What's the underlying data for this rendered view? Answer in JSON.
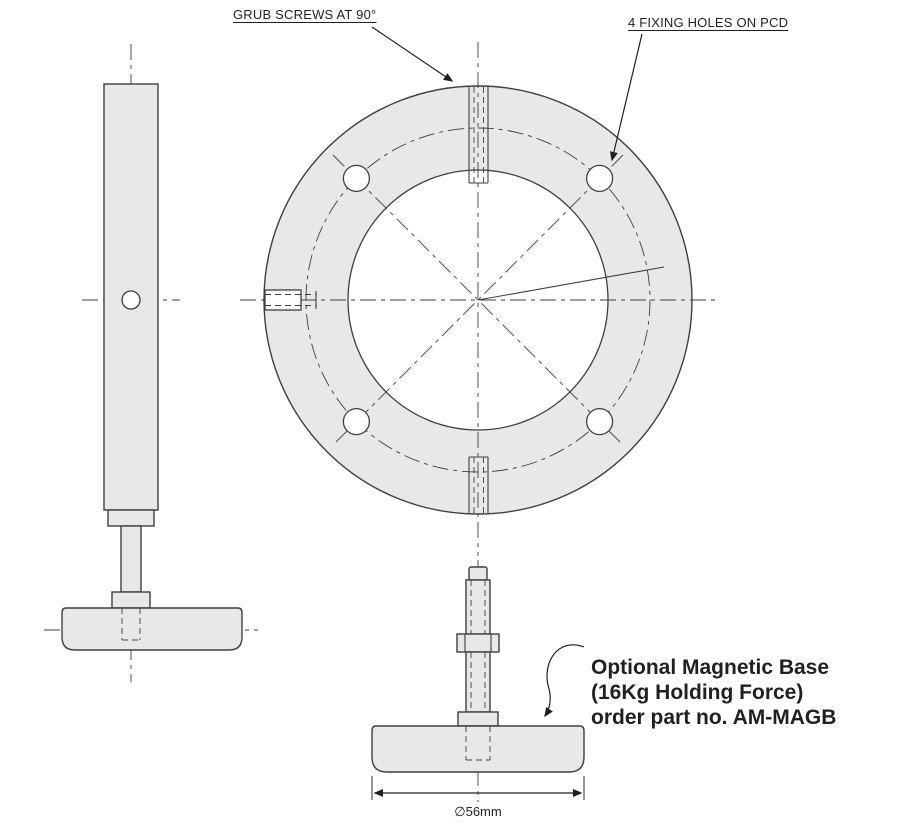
{
  "labels": {
    "grub_screws": "GRUB SCREWS AT 90°",
    "fixing_holes": "4 FIXING HOLES ON PCD",
    "optional_base_line1": "Optional Magnetic Base",
    "optional_base_line2": "(16Kg Holding Force)",
    "optional_base_line3": "order part no. AM-MAGB",
    "base_diameter": "∅56mm"
  },
  "colors": {
    "part_fill": "#e8e8e8",
    "line": "#3f3f3f",
    "text": "#231f20",
    "background": "#ffffff"
  }
}
